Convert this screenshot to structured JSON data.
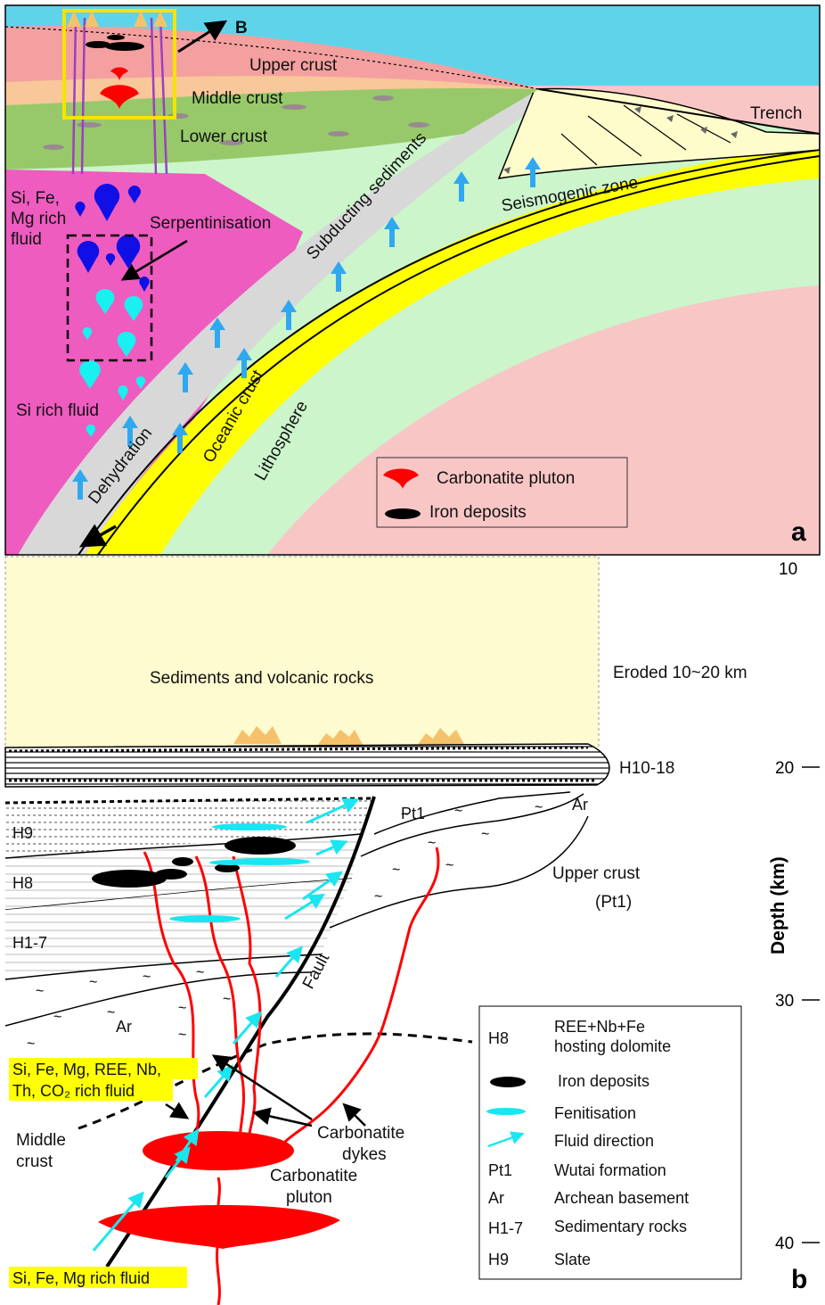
{
  "panel_a": {
    "panel_letter": "a",
    "arrow_label": "B",
    "labels": {
      "upper_crust": "Upper crust",
      "middle_crust": "Middle crust",
      "lower_crust": "Lower crust",
      "trench": "Trench",
      "sife_line1": "Si, Fe,",
      "sife_line2": "Mg rich",
      "sife_line3": "fluid",
      "serpentinisation": "Serpentinisation",
      "subducting_sediments": "Subducting sediments",
      "seismogenic_zone": "Seismogenic zone",
      "si_rich_fluid": "Si rich fluid",
      "dehydration": "Dehydration",
      "oceanic_crust": "Oceanic crust",
      "lithosphere": "Lithosphere"
    },
    "legend": [
      {
        "symbol": "carbonatite-pluton",
        "label": "Carbonatite pluton"
      },
      {
        "symbol": "iron-deposit",
        "label": "Iron deposits"
      }
    ],
    "colors": {
      "sky": "#5fd3ea",
      "upper_crust": "#f4a0a0",
      "middle_crust": "#f8c79a",
      "lower_crust": "#97c96a",
      "mantle_wedge": "#ee5cc0",
      "light_green": "#ccf5cc",
      "deep_mantle": "#f9c6c6",
      "oceanic_crust": "#ffff00",
      "sediments": "#d8d8d8",
      "accretionary": "#fffccc",
      "carbonatite": "#ff0000",
      "fluid_blue": "#1010e6",
      "fluid_cyan": "#19f0f0",
      "arrow_blue": "#2fa8f0",
      "box_yellow": "#f5e400",
      "dyke_purple": "#9a40c0"
    }
  },
  "panel_b": {
    "panel_letter": "b",
    "labels": {
      "sediments_volcanic": "Sediments and volcanic rocks",
      "eroded": "Eroded 10~20 km",
      "h10_18": "H10-18",
      "pt1": "Pt1",
      "ar_top": "Ar",
      "h9": "H9",
      "h8": "H8",
      "h1_7": "H1-7",
      "upper_crust": "Upper crust",
      "upper_crust_pt1": "(Pt1)",
      "fault": "Fault",
      "ar_bottom": "Ar",
      "fluid_box_line1": "Si, Fe, Mg, REE, Nb,",
      "fluid_box_line2": "Th, CO₂ rich fluid",
      "middle_crust_line1": "Middle",
      "middle_crust_line2": "crust",
      "carbonatite_dykes_line1": "Carbonatite",
      "carbonatite_dykes_line2": "dykes",
      "carbonatite_pluton_line1": "Carbonatite",
      "carbonatite_pluton_line2": "pluton",
      "sife_box": "Si, Fe, Mg rich fluid"
    },
    "depth_axis": {
      "label": "Depth (km)",
      "ticks": [
        10,
        20,
        30,
        40
      ]
    },
    "legend": [
      {
        "symbol": "text",
        "key": "H8",
        "label_line1": "REE+Nb+Fe",
        "label_line2": "hosting dolomite"
      },
      {
        "symbol": "iron-deposit",
        "key": "",
        "label_line1": "Iron deposits",
        "label_line2": ""
      },
      {
        "symbol": "fenitisation",
        "key": "",
        "label_line1": "Fenitisation",
        "label_line2": ""
      },
      {
        "symbol": "fluid-arrow",
        "key": "",
        "label_line1": "Fluid direction",
        "label_line2": ""
      },
      {
        "symbol": "text",
        "key": "Pt1",
        "label_line1": "Wutai formation",
        "label_line2": ""
      },
      {
        "symbol": "text",
        "key": "Ar",
        "label_line1": "Archean basement",
        "label_line2": ""
      },
      {
        "symbol": "text",
        "key": "H1-7",
        "label_line1": "Sedimentary rocks",
        "label_line2": ""
      },
      {
        "symbol": "text",
        "key": "H9",
        "label_line1": "Slate",
        "label_line2": ""
      }
    ],
    "colors": {
      "cover": "#fdfbcf",
      "volcano": "#f5c26b",
      "highlight": "#ffff00",
      "fluid_cyan": "#19e6f0",
      "carbonatite": "#ff0000"
    }
  }
}
